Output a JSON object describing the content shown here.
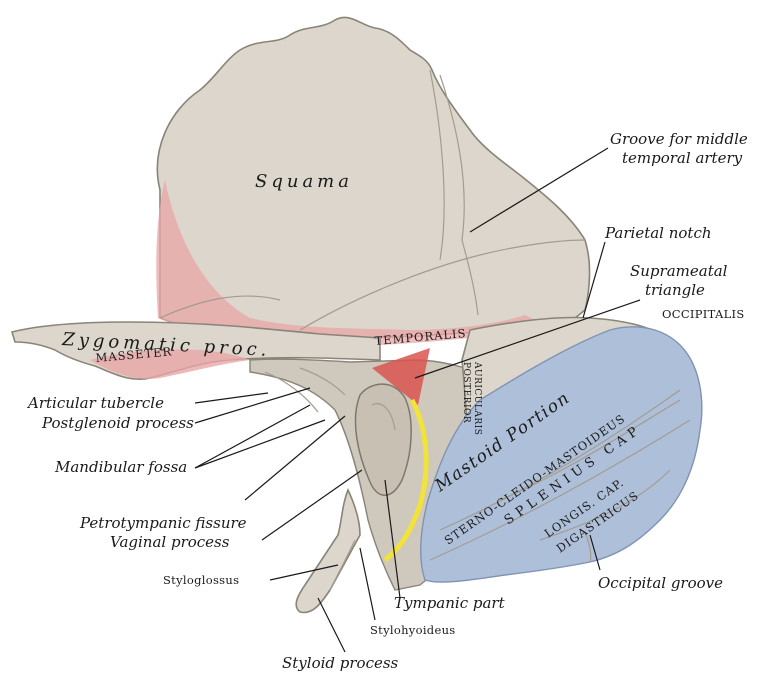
{
  "diagram": {
    "regions": {
      "squama": "Squama",
      "zygomatic_proc": "Zygomatic proc.",
      "mastoid_portion": "Mastoid Portion"
    },
    "muscles": {
      "masseter": "MASSETER",
      "temporalis": "TEMPORALIS",
      "auricularis_line1": "AURICULARIS",
      "auricularis_line2": "POSTERIOR",
      "occipitalis": "OCCIPITALIS",
      "sterno_cleido_mastoideus": "STERNO-CLEIDO-MASTOIDEUS",
      "splenius_cap": "SPLENIUS CAP",
      "longis_cap": "LONGIS. CAP.",
      "digastricus": "DIGASTRICUS",
      "styloglossus": "Styloglossus",
      "stylohyoideus": "Stylohyoideus"
    },
    "labels": {
      "groove_middle_temporal_line1": "Groove for middle",
      "groove_middle_temporal_line2": "temporal artery",
      "parietal_notch": "Parietal notch",
      "suprameatal_triangle_line1": "Suprameatal",
      "suprameatal_triangle_line2": "triangle",
      "articular_tubercle": "Articular tubercle",
      "postglenoid_process": "Postglenoid process",
      "mandibular_fossa": "Mandibular fossa",
      "petrotympanic_fissure": "Petrotympanic fissure",
      "vaginal_process": "Vaginal process",
      "tympanic_part": "Tympanic part",
      "styloid_process": "Styloid process",
      "occipital_groove": "Occipital groove"
    },
    "colors": {
      "bone": "#dcd6cc",
      "temporalis_area": "#e9a6a6",
      "masseter_area": "#e9a6a6",
      "suprameatal": "#d9534f",
      "mastoid_muscles": "#aebfd9",
      "tympanic_line": "#f2e33a"
    }
  }
}
